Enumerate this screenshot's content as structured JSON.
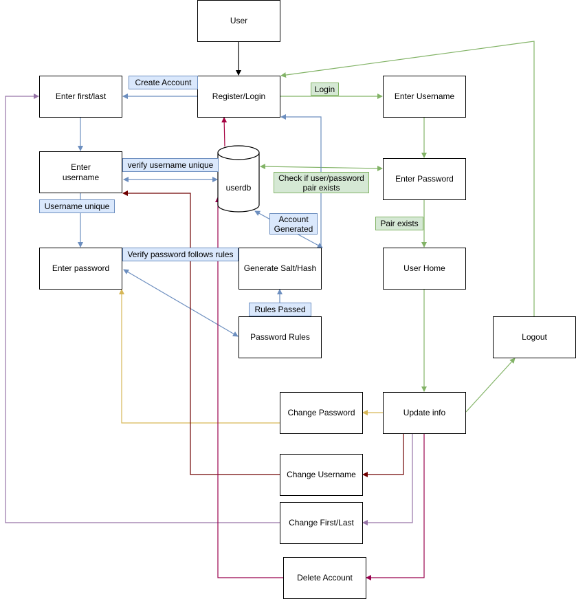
{
  "colors": {
    "black": "#000000",
    "blue": "#6c8ebf",
    "green": "#82b366",
    "maroon": "#6f0000",
    "magenta": "#99004d",
    "purple": "#9673a6",
    "yellow": "#d6b656",
    "crimson": "#a50040",
    "blue_fill": "#dae8fc",
    "green_fill": "#d5e8d4"
  },
  "nodes": {
    "user": "User",
    "register_login": "Register/Login",
    "enter_first_last": "Enter first/last",
    "enter_username_reg": "Enter\nusername",
    "enter_password_reg": "Enter password",
    "enter_username_login": "Enter Username",
    "enter_password_login": "Enter Password",
    "user_home": "User Home",
    "generate_salt_hash": "Generate Salt/Hash",
    "password_rules": "Password Rules",
    "logout": "Logout",
    "update_info": "Update info",
    "change_password": "Change Password",
    "change_username": "Change Username",
    "change_first_last": "Change First/Last",
    "delete_account": "Delete Account",
    "userdb": "userdb"
  },
  "labels": {
    "create_account": "Create Account",
    "login": "Login",
    "verify_username_unique": "verify username unique",
    "check_pair": "Check if user/password\npair exists",
    "username_unique": "Username unique",
    "account_generated": "Account\nGenerated",
    "pair_exists": "Pair exists",
    "verify_password_rules": "Verify password follows rules",
    "rules_passed": "Rules Passed"
  }
}
